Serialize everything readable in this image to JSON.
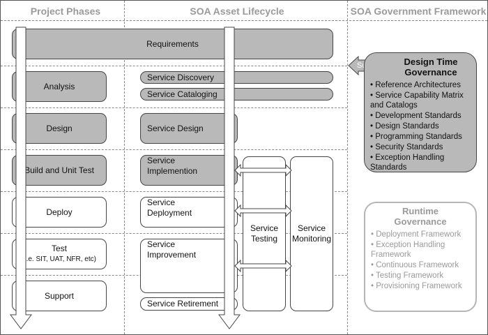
{
  "headers": {
    "phases": "Project Phases",
    "lifecycle": "SOA Asset Lifecycle",
    "framework": "SOA Government Framework"
  },
  "requirements": "Requirements",
  "phases": {
    "analysis": "Analysis",
    "design": "Design",
    "build": "Build and Unit Test",
    "deploy": "Deploy",
    "test": "Test",
    "test_sub": "(i.e. SIT, UAT, NFR, etc)",
    "support": "Support"
  },
  "lifecycle": {
    "discovery": "Service Discovery",
    "cataloging": "Service Cataloging",
    "design": "Service Design",
    "implementation_1": "Service",
    "implementation_2": "Implemention",
    "deployment_1": "Service",
    "deployment_2": "Deployment",
    "improvement_1": "Service",
    "improvement_2": "Improvement",
    "retirement": "Service Retirement",
    "testing_1": "Service",
    "testing_2": "Testing",
    "monitoring_1": "Service",
    "monitoring_2": "Monitoring"
  },
  "supports_label": "Supports",
  "design_time": {
    "title_1": "Design Time",
    "title_2": "Governance",
    "items": [
      "• Reference Architectures",
      "• Service Capability Matrix and Catalogs",
      "• Development Standards",
      "• Design Standards",
      "• Programming Standards",
      "• Security Standards",
      "• Exception Handling Standards"
    ]
  },
  "runtime": {
    "title_1": "Runtime",
    "title_2": "Governance",
    "items": [
      "• Deployment Framework",
      "• Exception Handling Framework",
      "• Continuous Framework",
      "• Testing Framework",
      "• Provisioning Framework"
    ]
  },
  "colors": {
    "grey_box": "#b9b9b9",
    "outline": "#444444",
    "header_text": "#9a9a9a"
  }
}
